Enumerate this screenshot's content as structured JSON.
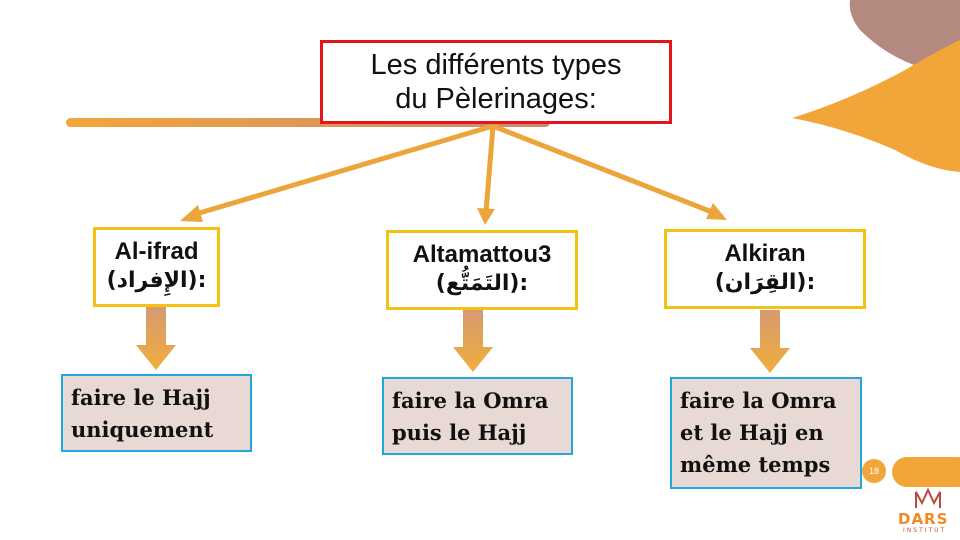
{
  "title": "Les différents types\ndu Pèlerinages:",
  "types": [
    {
      "latin": "Al-ifrad",
      "arabic": "(الإِفراد):",
      "description": "faire le Hajj\nuniquement"
    },
    {
      "latin": "Altamattou3",
      "arabic": "(التَمَتُّع):",
      "description": "faire la Omra\npuis le Hajj"
    },
    {
      "latin": "Alkiran",
      "arabic": "(القِرَان):",
      "description": "faire la Omra\net le Hajj en\nmême temps"
    }
  ],
  "page_number": "18",
  "logo": {
    "name": "DARS",
    "subtitle": "INSTITUT"
  },
  "colors": {
    "title_border": "#e3161b",
    "type_border": "#f2c314",
    "desc_border": "#1fa9dc",
    "desc_fill": "#e8d9d4",
    "arrow": "#eba53b",
    "accent_orange": "#f2a63a",
    "accent_mauve": "#b48a80"
  }
}
